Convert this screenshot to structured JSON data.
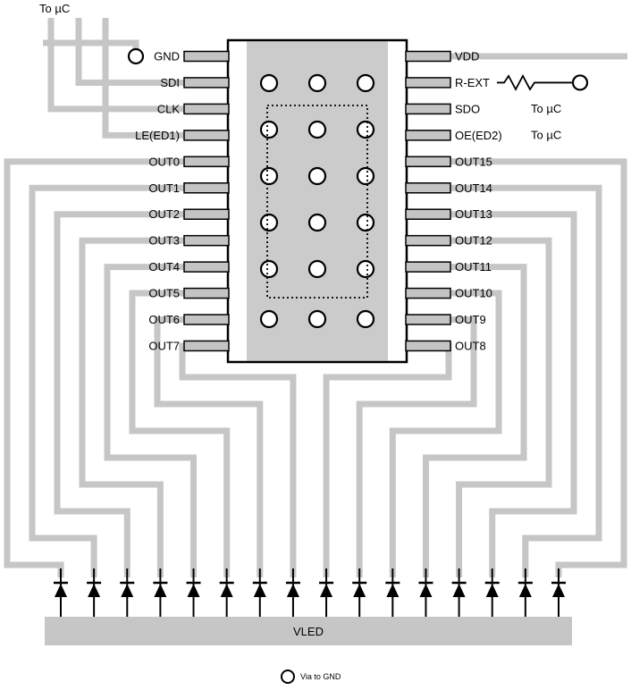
{
  "diagram": {
    "kind": "pcb-layout",
    "description": "16-channel LED driver IC PCB routing diagram"
  },
  "colors": {
    "trace": "#c6c6c6",
    "ic_pad": "#cbcbcb",
    "pin_fill": "#c4c4c4",
    "vled_fill": "#c6c6c6",
    "outline": "#000000",
    "via_fill": "#ffffff",
    "background": "#ffffff"
  },
  "ic": {
    "left_pins": [
      "GND",
      "SDI",
      "CLK",
      "LE(ED1)",
      "OUT0",
      "OUT1",
      "OUT2",
      "OUT3",
      "OUT4",
      "OUT5",
      "OUT6",
      "OUT7"
    ],
    "right_pins": [
      "VDD",
      "R-EXT",
      "SDO",
      "OE(ED2)",
      "OUT15",
      "OUT14",
      "OUT13",
      "OUT12",
      "OUT11",
      "OUT10",
      "OUT9",
      "OUT8"
    ],
    "via_grid": {
      "columns": 3,
      "rows": 6
    }
  },
  "labels": {
    "to_uc_top": "To µC",
    "to_uc_sdo": "To µC",
    "to_uc_oe": "To µC",
    "vled": "VLED",
    "legend_via": "Via to GND"
  },
  "leds": {
    "count": 16
  }
}
